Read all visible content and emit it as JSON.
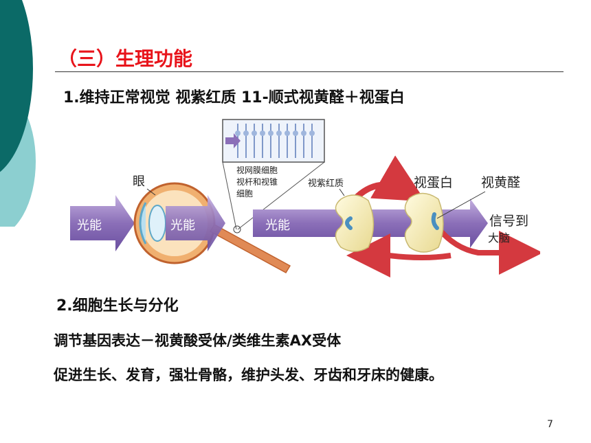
{
  "slide": {
    "heading": "（三）生理功能",
    "point1": "1.维持正常视觉   视紫红质 11-顺式视黄醛＋视蛋白",
    "point2": "2.细胞生长与分化",
    "point2_line1": "调节基因表达－视黄酸受体/类维生素AX受体",
    "point2_line2": "促进生长、发育，强壮骨骼，维护头发、牙齿和牙床的健康。",
    "page_number": "7"
  },
  "diagram": {
    "eye_label": "眼",
    "light_energy": "光能",
    "retina_label_line1": "视网膜细胞",
    "retina_label_line2": "视杆和视锥",
    "retina_label_line3": "细胞",
    "rhodopsin_label": "视紫红质",
    "opsin_label": "视蛋白",
    "retinal_label": "视黄醛",
    "signal_line1": "信号到",
    "signal_line2": "大脑"
  },
  "colors": {
    "heading": "#e8141b",
    "teal_dark": "#0b6a67",
    "teal_light": "#8ccfd0",
    "arrow_purple": "#8b6fb8",
    "arrow_red": "#d4393f"
  }
}
